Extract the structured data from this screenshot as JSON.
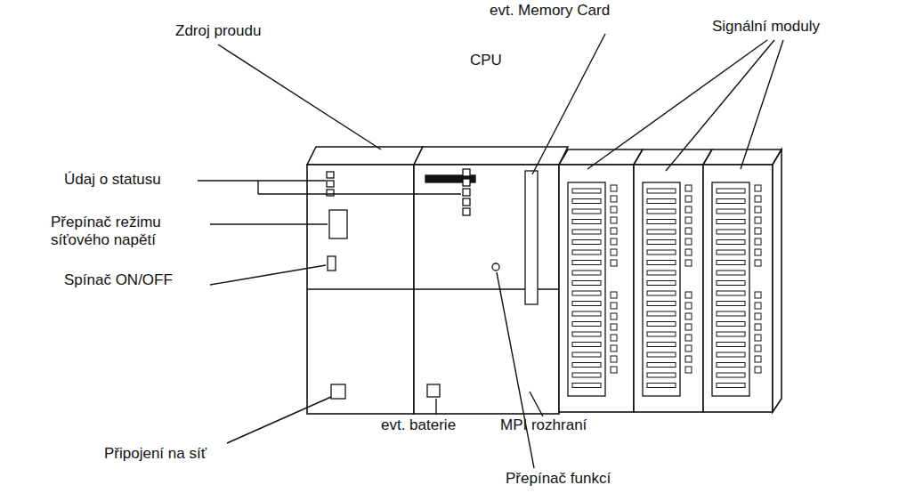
{
  "diagram": {
    "labels": [
      "Zdroj proudu",
      "evt. Memory Card",
      "CPU",
      "Signální moduly",
      "Údaj o statusu",
      "Přepínač režimu síťového napětí",
      "Spínač ON/OFF",
      "evt. baterie",
      "MPI rozhraní",
      "Připojení na síť",
      "Přepínač funkcí"
    ]
  }
}
